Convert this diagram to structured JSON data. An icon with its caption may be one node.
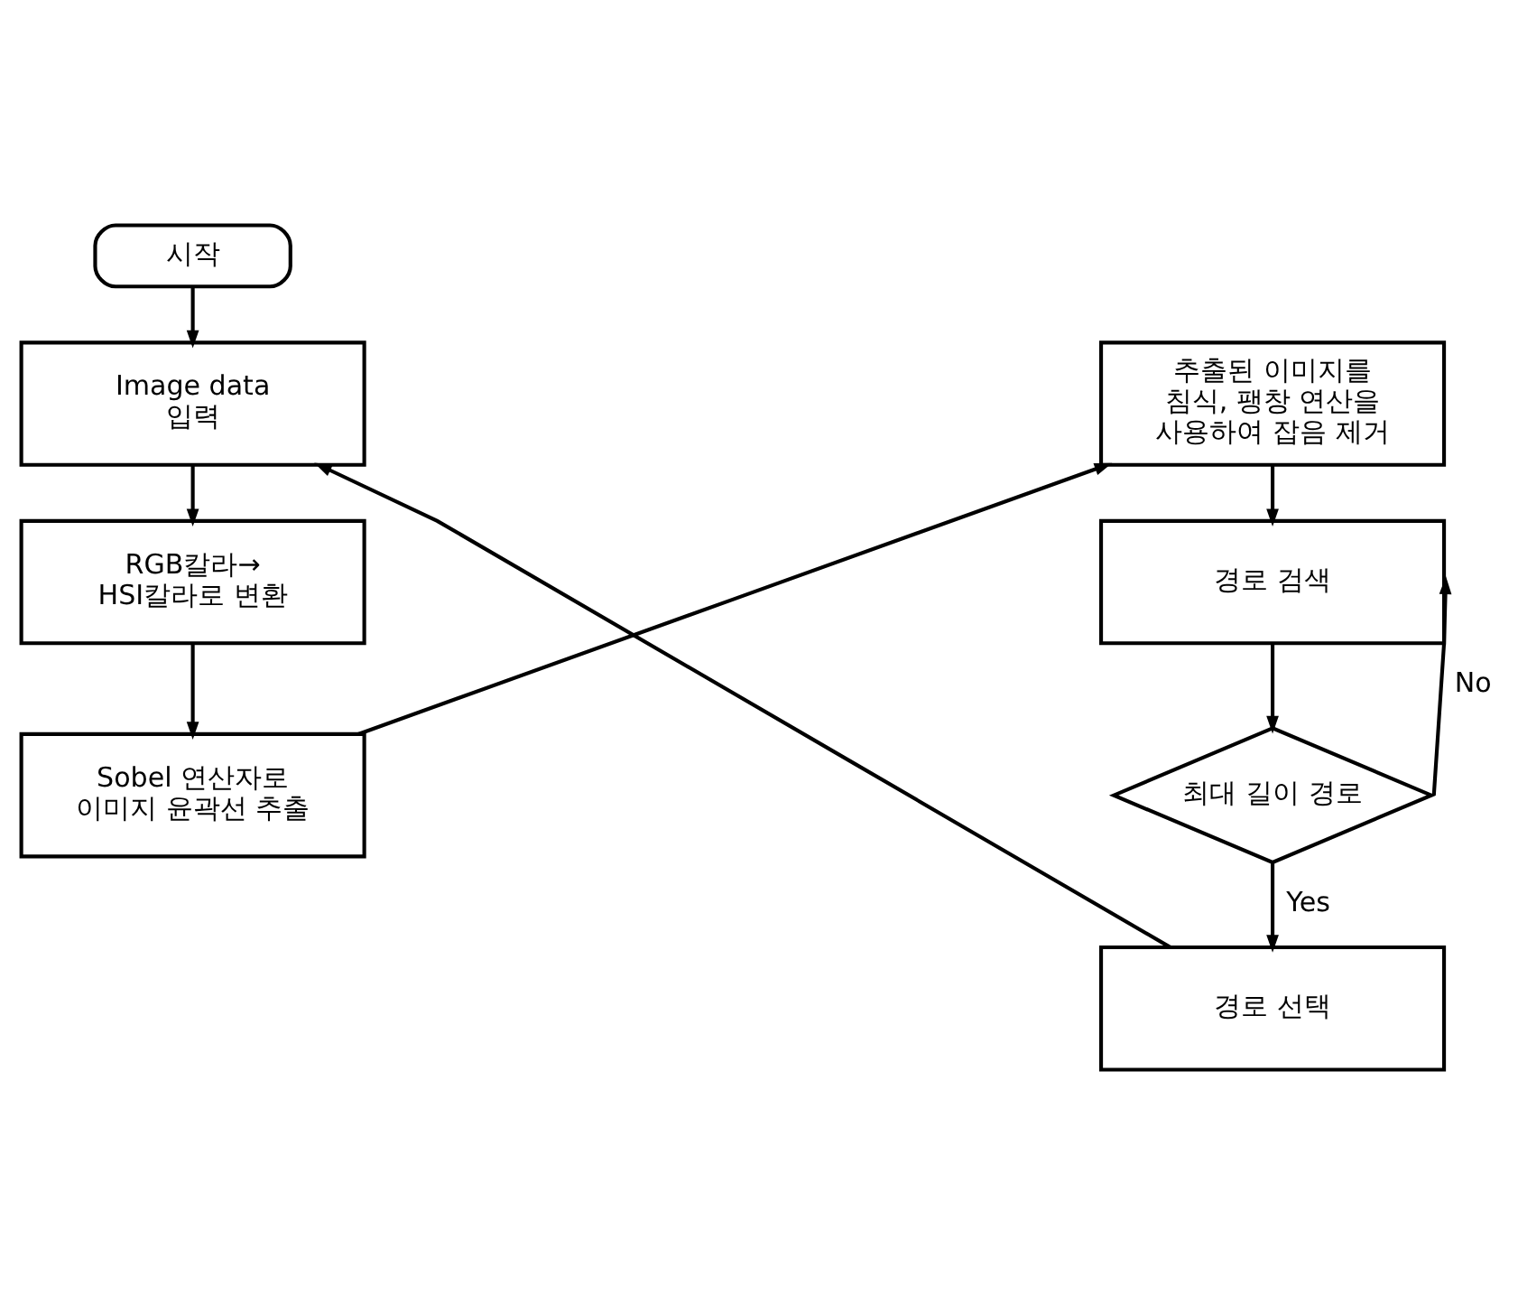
{
  "diagram": {
    "nodes": [
      {
        "text": [
          "시작"
        ]
      },
      {
        "text": [
          "Image data 입력"
        ]
      },
      {
        "text": [
          "RGB칼라→ HSI칼라로 변환"
        ]
      },
      {
        "text": [
          "Sobel 연산자로 이미지 윤곽선 추출"
        ]
      },
      {
        "text": [
          "추출된 이미지를 침식, 팽창 연산을 사용하여 잡음 제거"
        ]
      },
      {
        "text": [
          "경로 검색"
        ]
      },
      {
        "text": [
          "최대 길이 경로"
        ]
      },
      {
        "text": [
          "경로 선택"
        ]
      }
    ],
    "edges": [
      {
        "from": 0,
        "to": 1,
        "arrow": "to"
      },
      {
        "from": 1,
        "to": 2,
        "arrow": "to"
      },
      {
        "from": 2,
        "to": 3,
        "arrow": "to"
      },
      {
        "from": 3,
        "to": 4,
        "arrow": "to"
      },
      {
        "from": 4,
        "to": 5,
        "arrow": "to"
      },
      {
        "from": 5,
        "to": 6,
        "arrow": "to"
      },
      {
        "from": 6,
        "to": 7,
        "label": "Yes",
        "arrow": "to"
      },
      {
        "from": 6,
        "to": 5,
        "label": "No",
        "arrow": "to"
      },
      {
        "from": 7,
        "to": 1,
        "arrow": "to"
      }
    ]
  }
}
